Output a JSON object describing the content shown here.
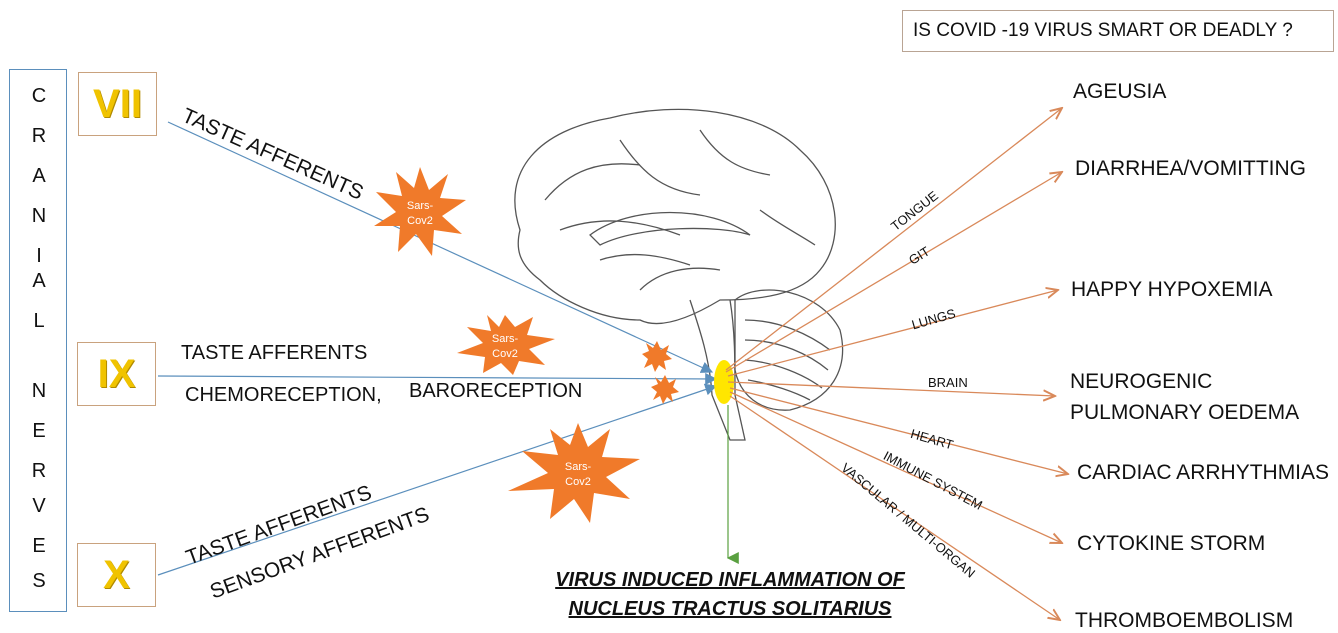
{
  "title": "IS COVID -19 VIRUS SMART OR DEADLY ?",
  "cranial_nerves_label": [
    "C",
    "R",
    "A",
    "N",
    "I",
    "A",
    "L",
    "N",
    "E",
    "R",
    "V",
    "E",
    "S"
  ],
  "nerves": {
    "vii": "VII",
    "ix": "IX",
    "x": "X"
  },
  "afferents": {
    "vii_taste": "TASTE AFFERENTS",
    "ix_taste": "TASTE AFFERENTS",
    "ix_chemo": "CHEMORECEPTION,",
    "ix_baro": "BARORECEPTION",
    "x_taste": "TASTE AFFERENTS",
    "x_sensory": "SENSORY AFFERENTS"
  },
  "virus_label": [
    "Sars-",
    "Cov2"
  ],
  "organs": {
    "tongue": "TONGUE",
    "git": "GIT",
    "lungs": "LUNGS",
    "brain": "BRAIN",
    "heart": "HEART",
    "immune": "IMMUNE SYSTEM",
    "vascular": "VASCULAR / MULTI-ORGAN"
  },
  "outcomes": {
    "ageusia": "AGEUSIA",
    "diarrhea": "DIARRHEA/VOMITTING",
    "hypoxemia": "HAPPY HYPOXEMIA",
    "neuro_1": "NEUROGENIC",
    "neuro_2": "PULMONARY OEDEMA",
    "cardiac": "CARDIAC ARRHYTHMIAS",
    "cytokine": "CYTOKINE STORM",
    "thrombo": "THROMBOEMBOLISM"
  },
  "caption": {
    "line1": "VIRUS INDUCED INFLAMMATION OF",
    "line2": "NUCLEUS TRACTUS SOLITARIUS"
  },
  "colors": {
    "afferent_line": "#5b8fbc",
    "output_arrow": "#d9895a",
    "virus": "#f07a2a",
    "nts": "#ffe600",
    "nerve_numeral": "#f0c300",
    "down_arrow": "#5aa040"
  }
}
